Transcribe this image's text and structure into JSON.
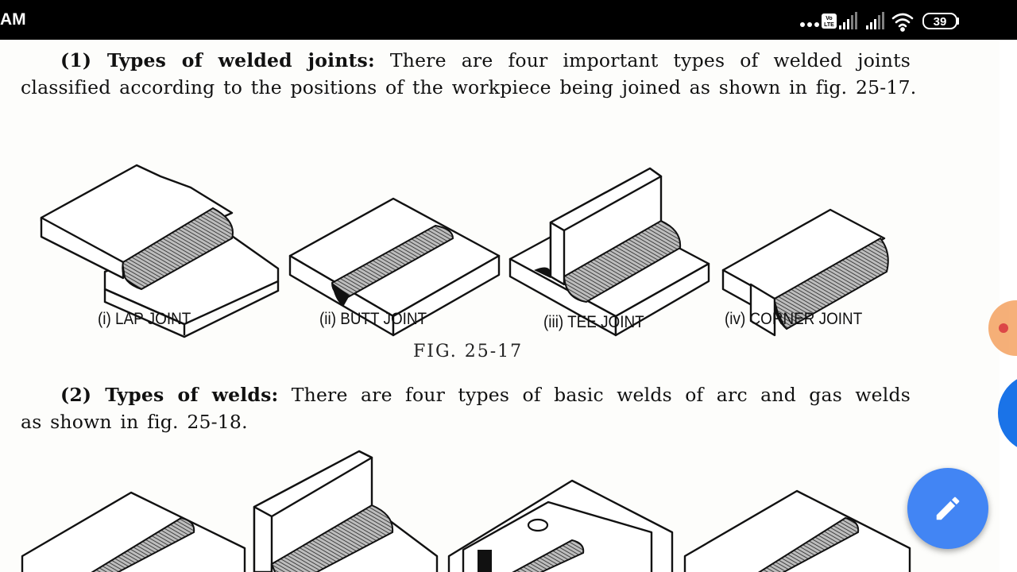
{
  "status_bar": {
    "time_fragment": "AM",
    "battery_level": "39",
    "network_badge": "VoLTE"
  },
  "section1": {
    "heading": "(1) Types of welded joints:",
    "line1_rest": "There are four important types of welded joints",
    "line2": "classified according to the positions of the workpiece being joined as shown in fig. 25-17."
  },
  "figure1": {
    "captions": [
      "(i) LAP JOINT",
      "(ii) BUTT JOINT",
      "(iii) TEE JOINT",
      "(iv) CORNER JOINT"
    ],
    "label": "FIG. 25-17"
  },
  "section2": {
    "heading": "(2) Types of welds:",
    "line1_rest": "There are four types of basic welds of arc and gas welds",
    "line2": "as shown in fig. 25-18."
  },
  "fab": {
    "icon": "pencil-icon",
    "color": "#4285f4"
  }
}
